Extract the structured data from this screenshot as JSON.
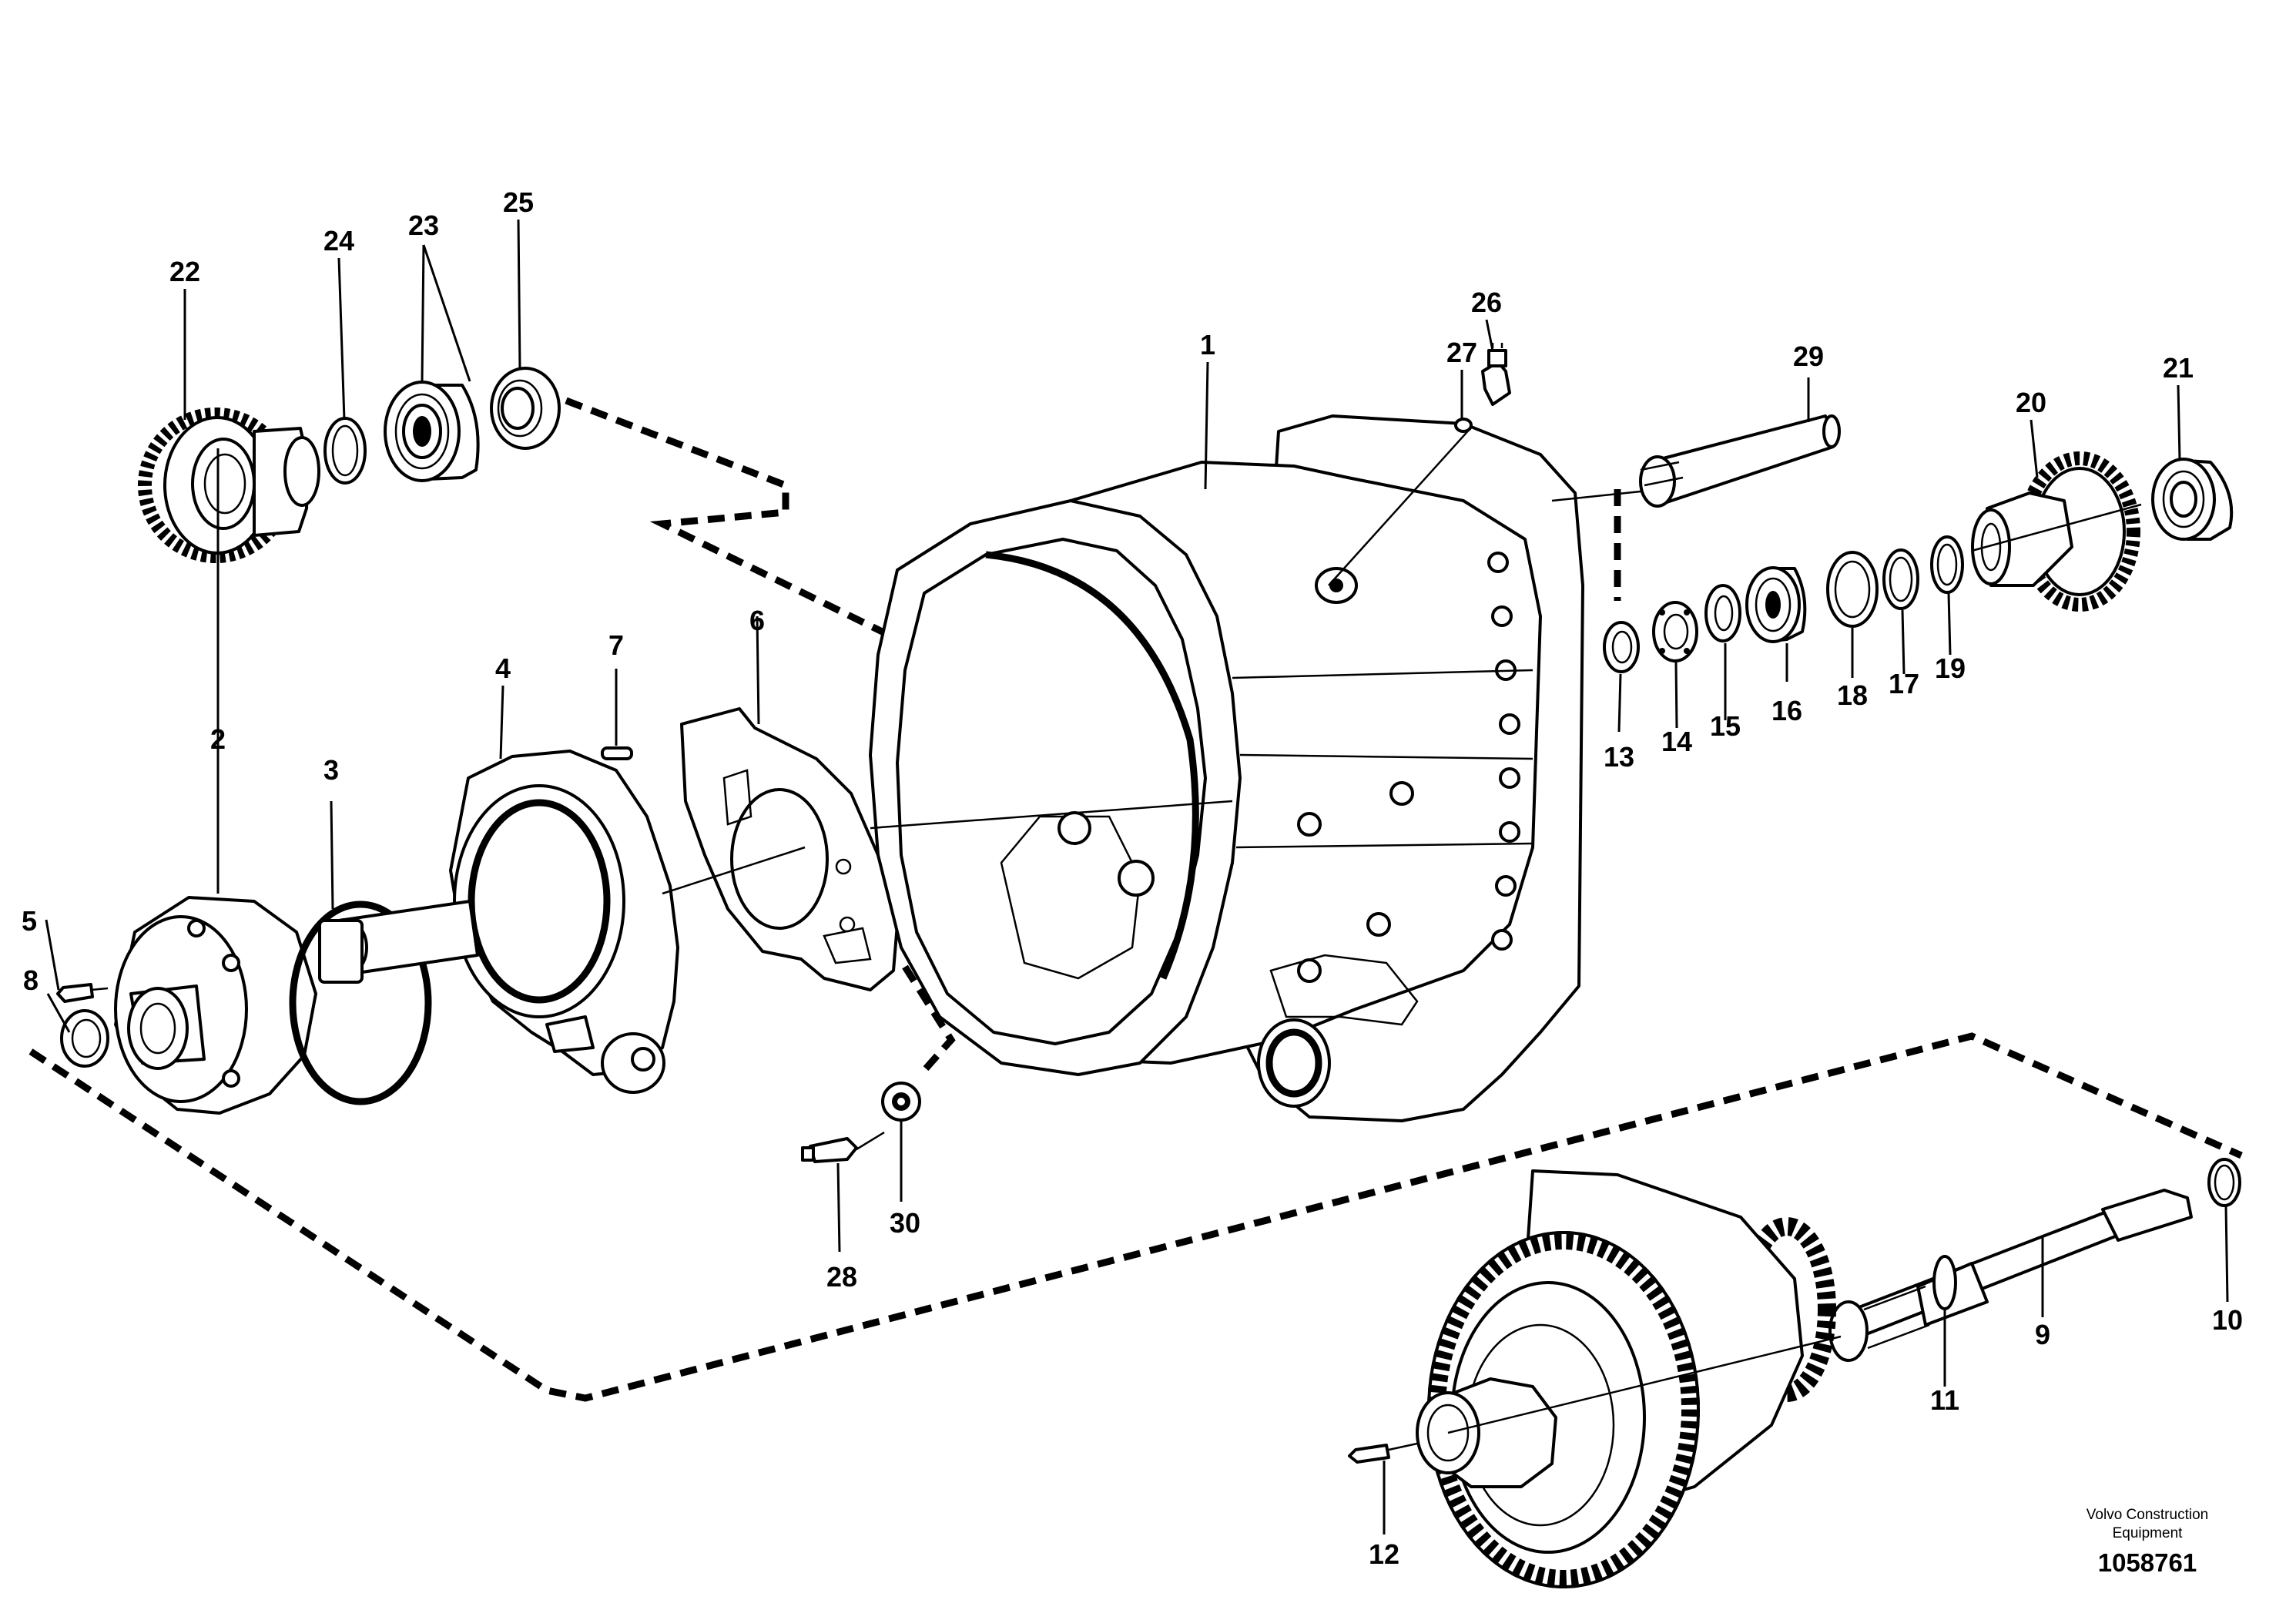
{
  "diagram": {
    "callouts": [
      "1",
      "2",
      "3",
      "4",
      "5",
      "6",
      "7",
      "8",
      "9",
      "10",
      "11",
      "12",
      "13",
      "14",
      "15",
      "16",
      "17",
      "18",
      "19",
      "20",
      "21",
      "22",
      "23",
      "24",
      "25",
      "26",
      "27",
      "28",
      "29",
      "30"
    ],
    "brand_line1": "Volvo Construction",
    "brand_line2": "Equipment",
    "document_number": "1058761"
  }
}
